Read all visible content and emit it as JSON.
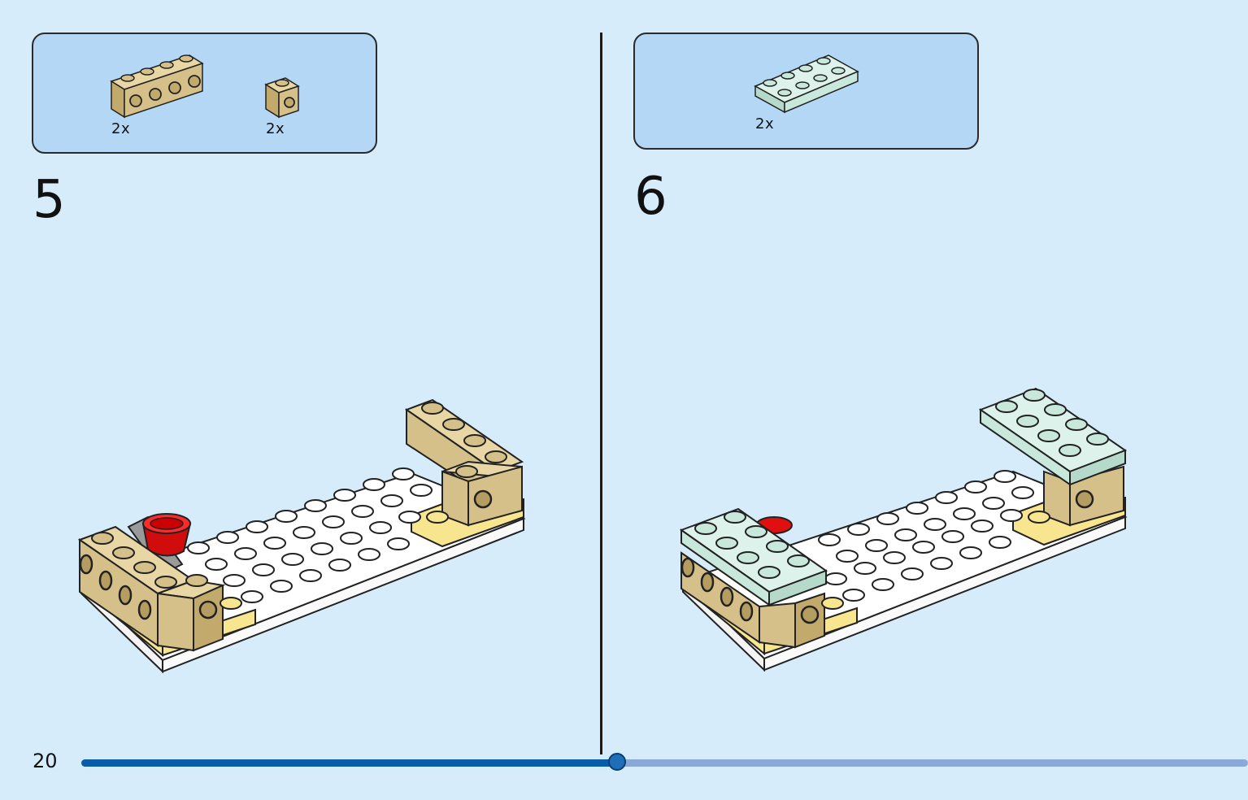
{
  "steps": [
    {
      "number": "5",
      "parts": [
        {
          "icon": "tan-1x4-brick-with-side-studs-icon",
          "qty": "2x",
          "color": "#d6c08a"
        },
        {
          "icon": "tan-1x1-brick-with-side-stud-icon",
          "qty": "2x",
          "color": "#d6c08a"
        }
      ]
    },
    {
      "number": "6",
      "parts": [
        {
          "icon": "mint-2x4-plate-icon",
          "qty": "2x",
          "color": "#c9e8dc"
        }
      ]
    }
  ],
  "page": {
    "number": "20",
    "progress": 0.459
  },
  "colors": {
    "background": "#d6ecfb",
    "parts_box": "#b3d7f5",
    "tan": "#d6c08a",
    "bright_yellow_light": "#f8e58f",
    "white": "#ffffff",
    "red": "#e01010",
    "mint": "#c9e8dc",
    "progress_done": "#0a5ca8",
    "progress_todo": "#8aa9d8"
  }
}
